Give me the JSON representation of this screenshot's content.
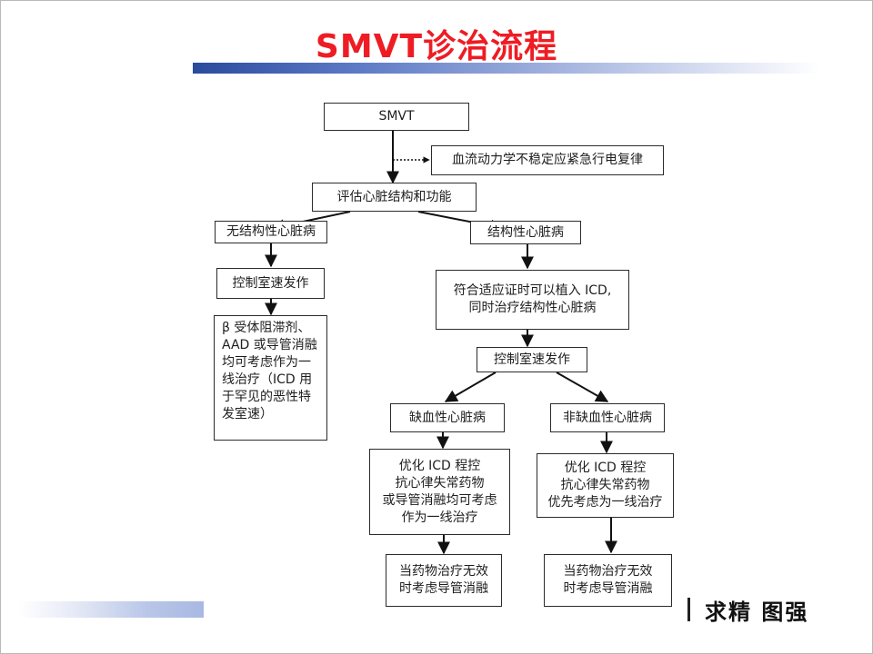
{
  "slide": {
    "title": "SMVT诊治流程",
    "motto": "求精 图强"
  },
  "flowchart": {
    "nodes": {
      "smvt": "SMVT",
      "unstable": "血流动力学不稳定应紧急行电复律",
      "assess": "评估心脏结构和功能",
      "no_shd": "无结构性心脏病",
      "shd": "结构性心脏病",
      "control_left": "控制室速发作",
      "left_therapy": "β 受体阻滞剂、\nAAD 或导管消融\n均可考虑作为一\n线治疗（ICD 用\n于罕见的恶性特\n发室速）",
      "icd": "符合适应证时可以植入 ICD,\n同时治疗结构性心脏病",
      "control_right": "控制室速发作",
      "ischemic": "缺血性心脏病",
      "non_ischemic": "非缺血性心脏病",
      "ischemic_therapy": "优化 ICD 程控\n抗心律失常药物\n或导管消融均可考虑\n作为一线治疗",
      "non_ischemic_therapy": "优化 ICD 程控\n抗心律失常药物\n优先考虑为一线治疗",
      "ischemic_ablation": "当药物治疗无效\n时考虑导管消融",
      "non_ischemic_ablation": "当药物治疗无效\n时考虑导管消融"
    }
  }
}
